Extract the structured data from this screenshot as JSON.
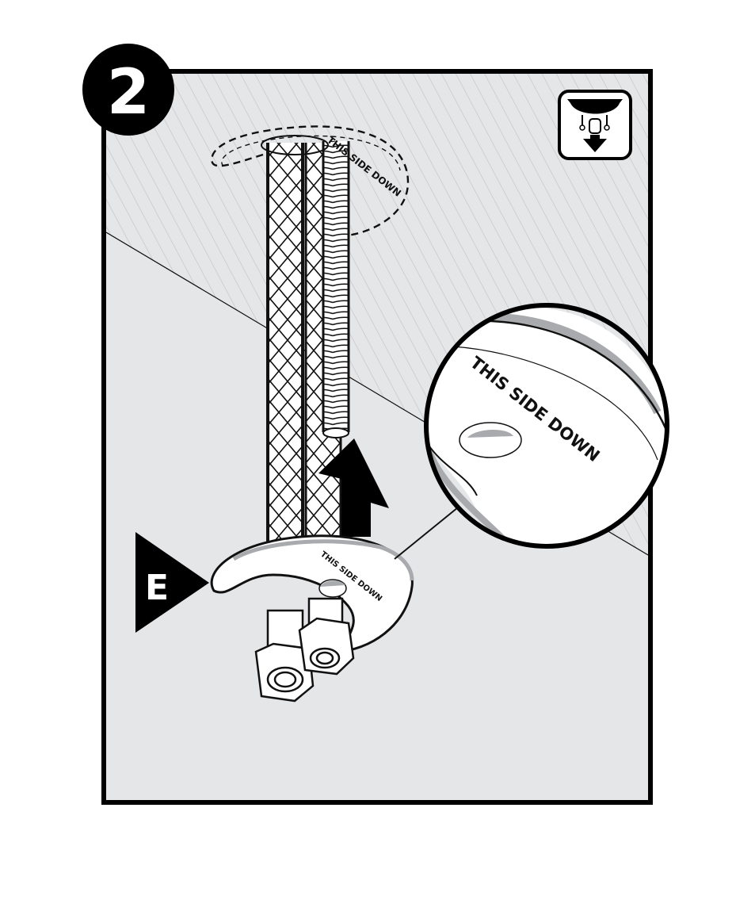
{
  "figure": {
    "step_number": "2",
    "callout_letter": "E",
    "part_text": {
      "line1": "THIS",
      "line2": "SIDE",
      "line3": "DOWN",
      "full": "THIS SIDE DOWN"
    },
    "icon": "install-from-below-icon",
    "colors": {
      "frame": "#000000",
      "background": "#e5e6e8",
      "hatch": "#c4c5c8",
      "part_fill": "#ffffff",
      "part_rim": "#a9aaad"
    }
  }
}
